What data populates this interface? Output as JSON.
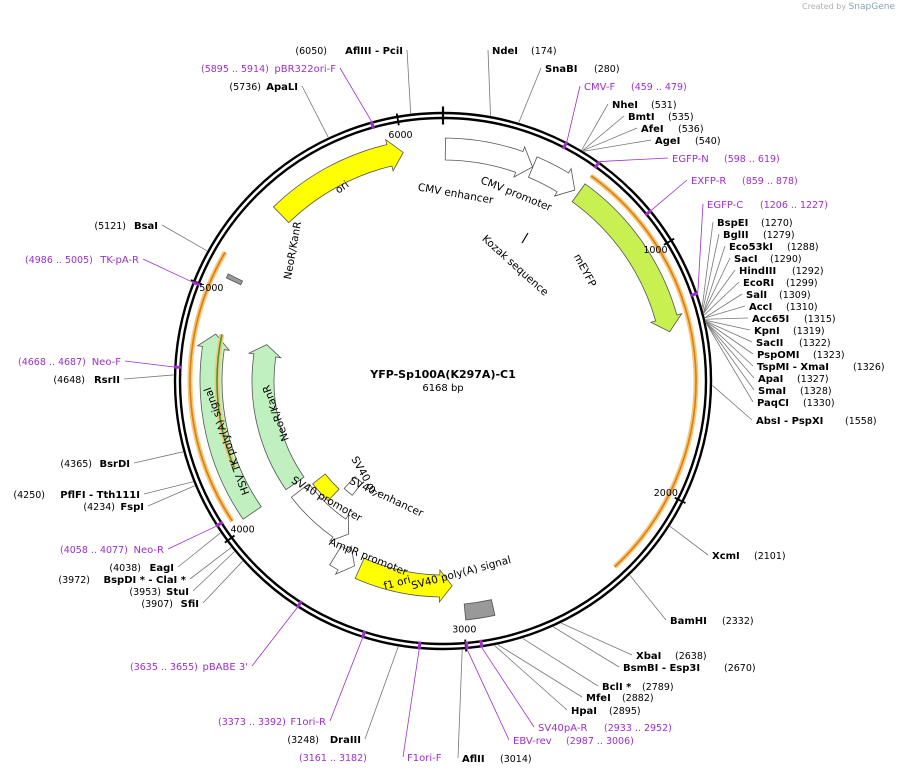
{
  "brand": {
    "prefix": "Created by",
    "name": "SnapGene"
  },
  "plasmid": {
    "name": "YFP-Sp100A(K297A)-C1",
    "length_label": "6168 bp",
    "length": 6168
  },
  "ticks": [
    {
      "bp": 1000,
      "label": "1000"
    },
    {
      "bp": 2000,
      "label": "2000"
    },
    {
      "bp": 3000,
      "label": "3000"
    },
    {
      "bp": 4000,
      "label": "4000"
    },
    {
      "bp": 5000,
      "label": "5000"
    },
    {
      "bp": 6000,
      "label": "6000"
    }
  ],
  "features": [
    {
      "name": "CMV enhancer",
      "start": 10,
      "end": 389,
      "color": "#ffffff",
      "track": 0
    },
    {
      "name": "CMV promoter",
      "start": 390,
      "end": 593,
      "color": "#ffffff",
      "track": 0
    },
    {
      "name": "mEYFP",
      "start": 613,
      "end": 1332,
      "color": "#c8f050",
      "track": 0
    },
    {
      "name": "SV40 poly(A) signal",
      "start": 2870,
      "end": 2991,
      "color": "#999999",
      "track": 0,
      "box": true
    },
    {
      "name": "f1 ori",
      "start": 3040,
      "end": 3495,
      "color": "#ffff00",
      "track": 1,
      "rev": true
    },
    {
      "name": "AmpR promoter",
      "start": 3522,
      "end": 3626,
      "color": "#ffffff",
      "track": 1,
      "rev": true
    },
    {
      "name": "SV40 promoter",
      "start": 3627,
      "end": 3984,
      "color": "#ffffff",
      "track": 2,
      "rev": true
    },
    {
      "name": "SV40 ori",
      "start": 3835,
      "end": 3970,
      "color": "#ffff00",
      "track": 3,
      "box": true
    },
    {
      "name": "SV40 enhancer",
      "start": 3743,
      "end": 3814,
      "color": "#ffffff",
      "track": 4,
      "box": true
    },
    {
      "name": "NeoR/KanR",
      "start": 4032,
      "end": 4826,
      "color": "#c0f0c0",
      "track": 0
    },
    {
      "name": "NeoR/KanR",
      "start": 4032,
      "end": 4826,
      "color": "#c0f0c0",
      "track": 2
    },
    {
      "name": "HSV TK poly(A) signal",
      "start": 5062,
      "end": 5080,
      "color": "#999999",
      "track": 0,
      "box": true
    },
    {
      "name": "ori",
      "start": 5410,
      "end": 5999,
      "color": "#ffff00",
      "track": 0
    }
  ],
  "orf_arcs": [
    {
      "start": 613,
      "end": 2352,
      "color": "#e07b10"
    },
    {
      "start": 4050,
      "end": 5150,
      "color": "#e07b10"
    },
    {
      "start": 4240,
      "end": 4830,
      "color": "#3a9a3a"
    }
  ],
  "feature_texts": [
    {
      "text": "Kozak sequence",
      "key": "kozak"
    }
  ],
  "enzymes_right": [
    {
      "name": "NdeI",
      "pos": "(174)",
      "bp": 174
    },
    {
      "name": "SnaBI",
      "pos": "(280)",
      "bp": 280
    },
    {
      "name": "NheI",
      "pos": "(531)",
      "bp": 531
    },
    {
      "name": "BmtI",
      "pos": "(535)",
      "bp": 535
    },
    {
      "name": "AfeI",
      "pos": "(536)",
      "bp": 536
    },
    {
      "name": "AgeI",
      "pos": "(540)",
      "bp": 540
    },
    {
      "name": "BspEI",
      "pos": "(1270)",
      "bp": 1270
    },
    {
      "name": "BglII",
      "pos": "(1279)",
      "bp": 1279
    },
    {
      "name": "Eco53kI",
      "pos": "(1288)",
      "bp": 1288
    },
    {
      "name": "SacI",
      "pos": "(1290)",
      "bp": 1290
    },
    {
      "name": "HindIII",
      "pos": "(1292)",
      "bp": 1292
    },
    {
      "name": "EcoRI",
      "pos": "(1299)",
      "bp": 1299
    },
    {
      "name": "SalI",
      "pos": "(1309)",
      "bp": 1309
    },
    {
      "name": "AccI",
      "pos": "(1310)",
      "bp": 1310
    },
    {
      "name": "Acc65I",
      "pos": "(1315)",
      "bp": 1315
    },
    {
      "name": "KpnI",
      "pos": "(1319)",
      "bp": 1319
    },
    {
      "name": "SacII",
      "pos": "(1322)",
      "bp": 1322
    },
    {
      "name": "PspOMI",
      "pos": "(1323)",
      "bp": 1323
    },
    {
      "name": "TspMI - XmaI",
      "pos": "(1326)",
      "bp": 1326
    },
    {
      "name": "ApaI",
      "pos": "(1327)",
      "bp": 1327
    },
    {
      "name": "SmaI",
      "pos": "(1328)",
      "bp": 1328
    },
    {
      "name": "PaqCI",
      "pos": "(1330)",
      "bp": 1330
    },
    {
      "name": "AbsI - PspXI",
      "pos": "(1558)",
      "bp": 1558
    },
    {
      "name": "XcmI",
      "pos": "(2101)",
      "bp": 2101
    },
    {
      "name": "BamHI",
      "pos": "(2332)",
      "bp": 2332
    },
    {
      "name": "XbaI",
      "pos": "(2638)",
      "bp": 2638
    },
    {
      "name": "BsmBI - Esp3I",
      "pos": "(2670)",
      "bp": 2670
    },
    {
      "name": "BclI *",
      "pos": "(2789)",
      "bp": 2789
    },
    {
      "name": "MfeI",
      "pos": "(2882)",
      "bp": 2882
    },
    {
      "name": "HpaI",
      "pos": "(2895)",
      "bp": 2895
    },
    {
      "name": "AflII",
      "pos": "(3014)",
      "bp": 3014
    }
  ],
  "enzymes_left": [
    {
      "name": "DraIII",
      "pos": "(3248)",
      "bp": 3248
    },
    {
      "name": "SfiI",
      "pos": "(3907)",
      "bp": 3907
    },
    {
      "name": "StuI",
      "pos": "(3953)",
      "bp": 3953
    },
    {
      "name": "BspDI * - ClaI *",
      "pos": "(3972)",
      "bp": 3972
    },
    {
      "name": "EagI",
      "pos": "(4038)",
      "bp": 4038
    },
    {
      "name": "FspI",
      "pos": "(4234)",
      "bp": 4234
    },
    {
      "name": "PflFI - Tth111I",
      "pos": "(4250)",
      "bp": 4250
    },
    {
      "name": "BsrDI",
      "pos": "(4365)",
      "bp": 4365
    },
    {
      "name": "RsrII",
      "pos": "(4648)",
      "bp": 4648
    },
    {
      "name": "BsaI",
      "pos": "(5121)",
      "bp": 5121
    },
    {
      "name": "ApaLI",
      "pos": "(5736)",
      "bp": 5736
    },
    {
      "name": "AflIII - PciI",
      "pos": "(6050)",
      "bp": 6050
    }
  ],
  "primers": [
    {
      "name": "CMV-F",
      "range": "(459 .. 479)",
      "bp": 469
    },
    {
      "name": "EGFP-N",
      "range": "(598 .. 619)",
      "bp": 608
    },
    {
      "name": "EXFP-R",
      "range": "(859 .. 878)",
      "bp": 868
    },
    {
      "name": "EGFP-C",
      "range": "(1206 .. 1227)",
      "bp": 1216
    },
    {
      "name": "SV40pA-R",
      "range": "(2933 .. 2952)",
      "bp": 2942
    },
    {
      "name": "EBV-rev",
      "range": "(2987 .. 3006)",
      "bp": 2996
    },
    {
      "name": "F1ori-F",
      "range": "(3161 .. 3182)",
      "bp": 3171
    },
    {
      "name": "F1ori-R",
      "range": "(3373 .. 3392)",
      "bp": 3382
    },
    {
      "name": "pBABE 3'",
      "range": "(3635 .. 3655)",
      "bp": 3645
    },
    {
      "name": "Neo-R",
      "range": "(4058 .. 4077)",
      "bp": 4067
    },
    {
      "name": "Neo-F",
      "range": "(4668 .. 4687)",
      "bp": 4677
    },
    {
      "name": "TK-pA-R",
      "range": "(4986 .. 5005)",
      "bp": 4995
    },
    {
      "name": "pBR322ori-F",
      "range": "(5895 .. 5914)",
      "bp": 5904
    }
  ]
}
